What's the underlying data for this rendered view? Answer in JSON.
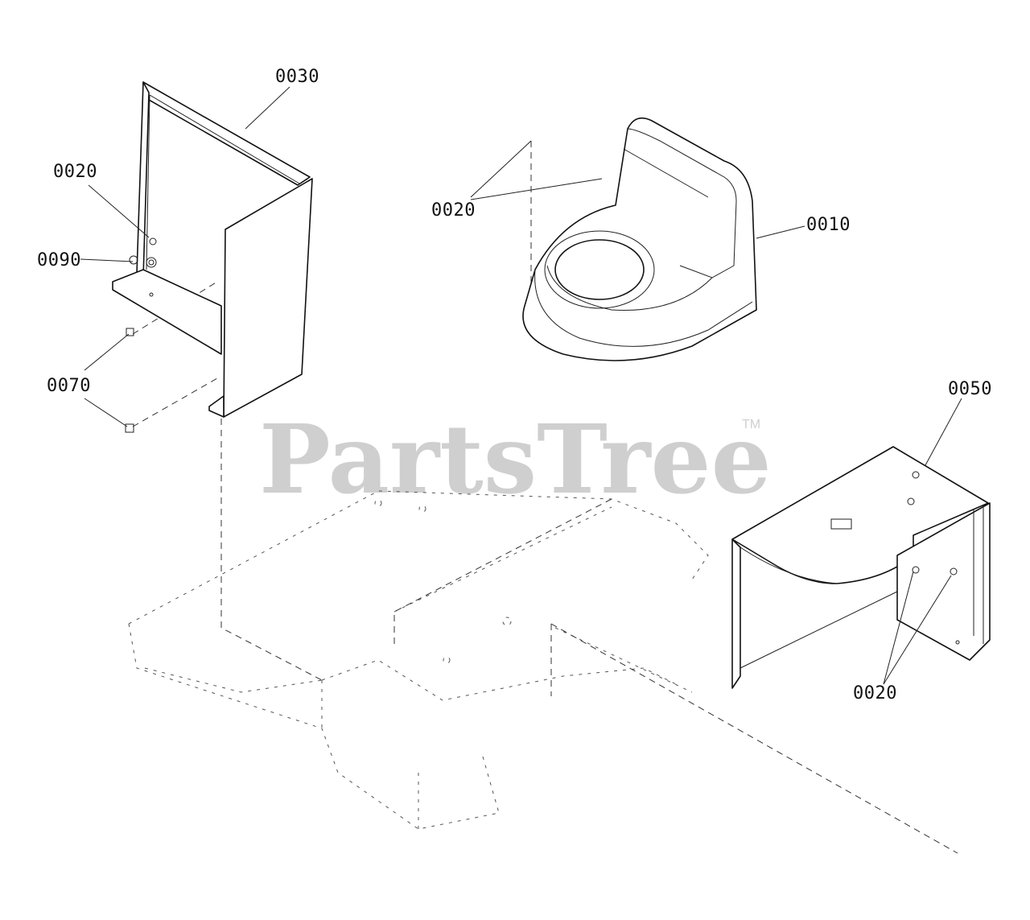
{
  "diagram": {
    "watermark": {
      "text": "PartsTree",
      "trademark": "TM"
    },
    "callouts": {
      "seat_bracket_0030": "0030",
      "bolt_0020_left": "0020",
      "washer_0090": "0090",
      "nut_0070": "0070",
      "bolt_0020_seat": "0020",
      "seat_0010": "0010",
      "cover_0050": "0050",
      "bolt_0020_cover": "0020"
    }
  }
}
